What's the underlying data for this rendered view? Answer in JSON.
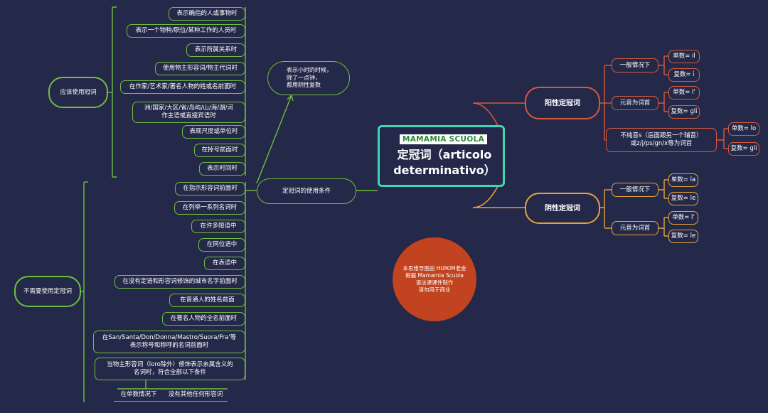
{
  "center": {
    "logo": "MAMAMIA SCUOLA",
    "title": "定冠词（articolo determinativo）"
  },
  "conditions_node": "定冠词的使用条件",
  "note_bubble": "表示小时的时候，\n除了一点钟，\n都用阴性复数",
  "watermark": "本思维导图由 HUIKIM老金\n根据 Mamamia Scuola\n语法课课件制作\n请勿用于商业",
  "should_use": {
    "label": "应该使用冠词",
    "items": [
      "表示确指的人或事物时",
      "表示一个物种/职位/某种工作的人员时",
      "表示所属关系时",
      "使用物主形容词/物主代词时",
      "在作家/艺术家/著名人物的姓或名前面时",
      "洲/国家/大区/省/岛屿/山/海/湖/河\n作主语或直接宾语时",
      "表现尺度或单位时",
      "在掉号前面时",
      "表示时间时"
    ]
  },
  "no_use": {
    "label": "不需要使用定冠词",
    "items": [
      "在指示形容词前面时",
      "在列举一系列名词时",
      "在许多短语中",
      "在同位语中",
      "在表语中",
      "在没有定语和形容词修饰的城市名字前面时",
      "在普通人的姓名前面",
      "在著名人物的全名前面时",
      "在San/Santa/Don/Donna/Mastro/Suora/Fra'等\n表示称号和称呼的名词前面时",
      "当物主形容词（loro除外）修饰表示亲属含义的\n名词时，符合全部以下条件"
    ],
    "conditions": [
      "在单数情况下",
      "没有其他任何形容词"
    ]
  },
  "masculine": {
    "label": "阳性定冠词",
    "groups": [
      {
        "label": "一般情况下",
        "forms": [
          "单数= il",
          "复数= i"
        ]
      },
      {
        "label": "元音为词首",
        "forms": [
          "单数= l'",
          "复数= gli"
        ]
      },
      {
        "label": "不纯音s（后面跟另一个辅音）\n或z/j/ps/gn/x等为词首",
        "forms": [
          "单数= lo",
          "复数= gli"
        ]
      }
    ]
  },
  "feminine": {
    "label": "阴性定冠词",
    "groups": [
      {
        "label": "一般情况下",
        "forms": [
          "单数= la",
          "复数= le"
        ]
      },
      {
        "label": "元音为词首",
        "forms": [
          "单数= l'",
          "复数= le"
        ]
      }
    ]
  },
  "colors": {
    "background": "#242949",
    "green": "#6fbf3d",
    "red": "#d8593c",
    "orange": "#e8a23a",
    "center": "#3fd6b6",
    "bubble": "#c1431f"
  }
}
